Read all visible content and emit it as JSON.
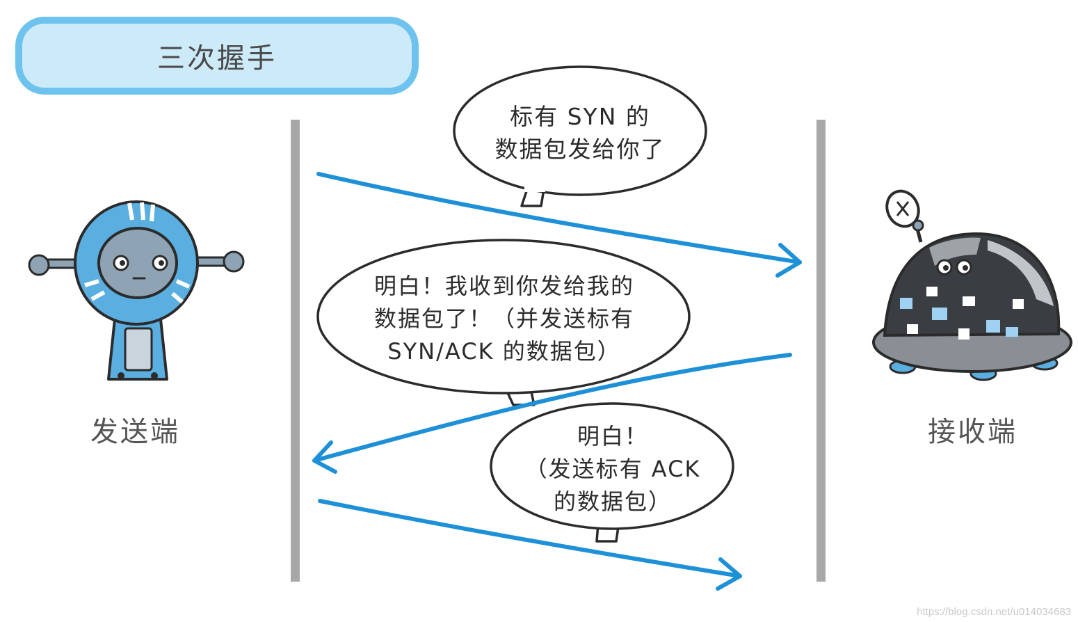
{
  "title": "三次握手",
  "sender": {
    "label": "发送端"
  },
  "receiver": {
    "label": "接收端"
  },
  "messages": [
    {
      "direction": "sender-to-receiver",
      "lines": [
        "标有 SYN 的",
        "数据包发给你了"
      ]
    },
    {
      "direction": "receiver-to-sender",
      "lines": [
        "明白！我收到你发给我的",
        "数据包了！（并发送标有",
        "SYN/ACK 的数据包）"
      ]
    },
    {
      "direction": "sender-to-receiver",
      "lines": [
        "明白！",
        "（发送标有 ACK",
        "的数据包）"
      ]
    }
  ],
  "watermark": "https://blog.csdn.net/u014034683",
  "colors": {
    "arrow": "#1e90d8",
    "timeline": "#a8a8a8",
    "title_border": "#6ec3ee",
    "title_fill": "#cdeaf8",
    "robot_blue": "#5aaee0",
    "robot_face": "#8ea3b3",
    "dome": "#3a3d42"
  }
}
